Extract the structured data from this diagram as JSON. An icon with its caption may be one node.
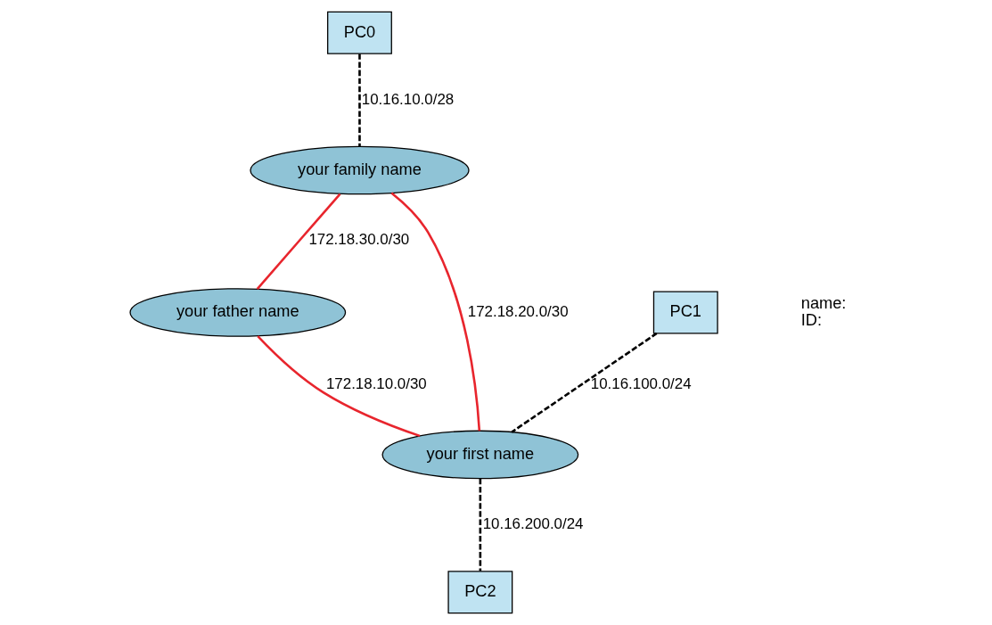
{
  "diagram": {
    "nodes": [
      {
        "text": [
          "PC0"
        ]
      },
      {
        "text": [
          "your father name"
        ]
      },
      {
        "text": [
          "your family name"
        ]
      },
      {
        "text": [
          "your first name"
        ]
      },
      {
        "text": [
          "PC1"
        ]
      },
      {
        "text": [
          "PC2"
        ]
      }
    ],
    "edges": [
      {
        "from": 0,
        "to": 2,
        "arrow": "none",
        "label": "10.16.10.0/28",
        "style": "dashed",
        "color": "#000000"
      },
      {
        "from": 2,
        "to": 1,
        "arrow": "none",
        "label": "172.18.30.0/30",
        "color": "#e8252d"
      },
      {
        "from": 1,
        "to": 3,
        "arrow": "none",
        "label": "172.18.10.0/30",
        "color": "#e8252d"
      },
      {
        "from": 2,
        "to": 3,
        "arrow": "none",
        "label": "172.18.20.0/30",
        "color": "#e8252d"
      },
      {
        "from": 4,
        "to": 3,
        "arrow": "none",
        "label": "10.16.100.0/24",
        "style": "dashed",
        "color": "#000000"
      },
      {
        "from": 3,
        "to": 5,
        "arrow": "none",
        "label": "10.16.200.0/24",
        "style": "dashed",
        "color": "#000000"
      }
    ],
    "labels": [
      "name:",
      "ID:"
    ]
  }
}
